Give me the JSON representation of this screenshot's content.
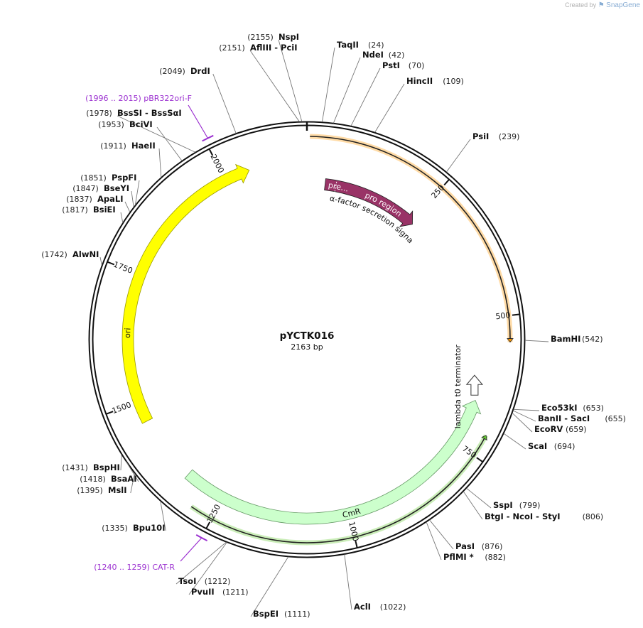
{
  "watermark": {
    "prefix": "Created by",
    "brand": "SnapGene"
  },
  "plasmid": {
    "name": "pYCTK016",
    "length_label": "2163 bp",
    "length": 2163
  },
  "ticks": [
    {
      "pos": 250,
      "label": "250"
    },
    {
      "pos": 500,
      "label": "500"
    },
    {
      "pos": 750,
      "label": "750"
    },
    {
      "pos": 1000,
      "label": "1000"
    },
    {
      "pos": 1250,
      "label": "1250"
    },
    {
      "pos": 1500,
      "label": "1500"
    },
    {
      "pos": 1750,
      "label": "1750"
    },
    {
      "pos": 2000,
      "label": "2000"
    }
  ],
  "features": [
    {
      "id": "ori",
      "label": "ori",
      "start": 1460,
      "end": 2050,
      "direction": 1,
      "color": "#ffff00",
      "stroke": "#999900",
      "track": "inner"
    },
    {
      "id": "cmr",
      "label": "CmR",
      "start": 660,
      "end": 1330,
      "direction": -1,
      "color": "#ccffcc",
      "stroke": "#669966",
      "track": "inner"
    },
    {
      "id": "lambda-t0",
      "label": "lambda t0 terminator",
      "start": 620,
      "end": 650,
      "direction": 1,
      "color": "#ffffff",
      "stroke": "#444444",
      "track": "inner"
    },
    {
      "id": "alpha-factor",
      "label": "α-factor secretion signal",
      "segments": [
        "pre...",
        "pro region"
      ],
      "start": 40,
      "end": 255,
      "direction": 1,
      "color": "#993366",
      "track": "inner2"
    }
  ],
  "outer_arcs": [
    {
      "id": "orange-arc",
      "start": 5,
      "end": 545,
      "direction": 1,
      "color": "#ff9900"
    },
    {
      "id": "green-arc",
      "start": 710,
      "end": 1290,
      "direction": -1,
      "color": "#66cc33"
    }
  ],
  "primers": [
    {
      "id": "pbr322ori-f",
      "range": "(1996 .. 2015)",
      "name": "pBR322ori-F",
      "start": 1996,
      "end": 2015,
      "color": "#9b30d0"
    },
    {
      "id": "cat-r",
      "range": "(1240 .. 1259)",
      "name": "CAT-R",
      "start": 1240,
      "end": 1259,
      "color": "#9b30d0"
    }
  ],
  "sites": [
    {
      "name": "NspI",
      "pos_label": "(2155)",
      "pos": 2155
    },
    {
      "name": "AflIII",
      "extra": "- PciI",
      "pos_label": "(2151)",
      "pos": 2151
    },
    {
      "name": "TaqII",
      "pos_label": "(24)",
      "pos": 24
    },
    {
      "name": "NdeI",
      "pos_label": "(42)",
      "pos": 42
    },
    {
      "name": "PstI",
      "pos_label": "(70)",
      "pos": 70
    },
    {
      "name": "HincII",
      "pos_label": "(109)",
      "pos": 109
    },
    {
      "name": "DrdI",
      "pos_label": "(2049)",
      "pos": 2049
    },
    {
      "name": "BssSI",
      "extra": "- BssSαI",
      "pos_label": "(1978)",
      "pos": 1978
    },
    {
      "name": "BciVI",
      "pos_label": "(1953)",
      "pos": 1953
    },
    {
      "name": "HaeII",
      "pos_label": "(1911)",
      "pos": 1911
    },
    {
      "name": "PspFI",
      "pos_label": "(1851)",
      "pos": 1851
    },
    {
      "name": "BseYI",
      "pos_label": "(1847)",
      "pos": 1847
    },
    {
      "name": "ApaLI",
      "pos_label": "(1837)",
      "pos": 1837
    },
    {
      "name": "BsiEI",
      "pos_label": "(1817)",
      "pos": 1817
    },
    {
      "name": "AlwNI",
      "pos_label": "(1742)",
      "pos": 1742
    },
    {
      "name": "PsiI",
      "pos_label": "(239)",
      "pos": 239
    },
    {
      "name": "BamHI",
      "pos_label": "(542)",
      "pos": 542
    },
    {
      "name": "Eco53kI",
      "pos_label": "(653)",
      "pos": 653
    },
    {
      "name": "BanII",
      "extra": "- SacI",
      "pos_label": "(655)",
      "pos": 655
    },
    {
      "name": "EcoRV",
      "pos_label": "(659)",
      "pos": 659
    },
    {
      "name": "ScaI",
      "pos_label": "(694)",
      "pos": 694
    },
    {
      "name": "SspI",
      "pos_label": "(799)",
      "pos": 799
    },
    {
      "name": "BtgI",
      "extra": "- NcoI - StyI",
      "pos_label": "(806)",
      "pos": 806
    },
    {
      "name": "PasI",
      "pos_label": "(876)",
      "pos": 876
    },
    {
      "name": "PflMI *",
      "pos_label": "(882)",
      "pos": 882
    },
    {
      "name": "AclI",
      "pos_label": "(1022)",
      "pos": 1022
    },
    {
      "name": "BspEI",
      "pos_label": "(1111)",
      "pos": 1111
    },
    {
      "name": "PvuII",
      "pos_label": "(1211)",
      "pos": 1211
    },
    {
      "name": "TsoI",
      "pos_label": "(1212)",
      "pos": 1212
    },
    {
      "name": "Bpu10I",
      "pos_label": "(1335)",
      "pos": 1335
    },
    {
      "name": "MslI",
      "pos_label": "(1395)",
      "pos": 1395
    },
    {
      "name": "BsaAI",
      "pos_label": "(1418)",
      "pos": 1418
    },
    {
      "name": "BspHI",
      "pos_label": "(1431)",
      "pos": 1431
    }
  ]
}
